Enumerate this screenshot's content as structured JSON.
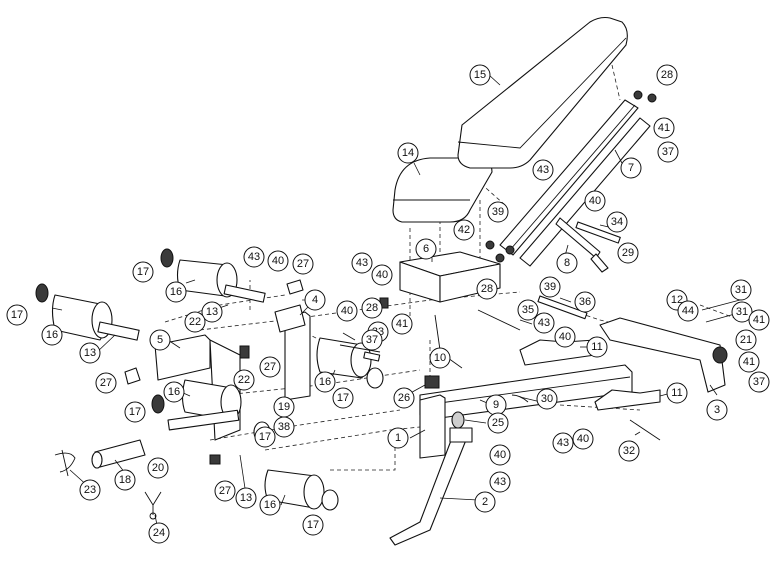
{
  "callouts": [
    {
      "label": "1"
    },
    {
      "label": "2"
    },
    {
      "label": "3"
    },
    {
      "label": "4"
    },
    {
      "label": "5"
    },
    {
      "label": "6"
    },
    {
      "label": "7"
    },
    {
      "label": "8"
    },
    {
      "label": "9"
    },
    {
      "label": "10"
    },
    {
      "label": "11"
    },
    {
      "label": "11"
    },
    {
      "label": "12"
    },
    {
      "label": "13"
    },
    {
      "label": "13"
    },
    {
      "label": "13"
    },
    {
      "label": "14"
    },
    {
      "label": "15"
    },
    {
      "label": "16"
    },
    {
      "label": "16"
    },
    {
      "label": "16"
    },
    {
      "label": "16"
    },
    {
      "label": "16"
    },
    {
      "label": "17"
    },
    {
      "label": "17"
    },
    {
      "label": "17"
    },
    {
      "label": "17"
    },
    {
      "label": "17"
    },
    {
      "label": "17"
    },
    {
      "label": "18"
    },
    {
      "label": "19"
    },
    {
      "label": "20"
    },
    {
      "label": "21"
    },
    {
      "label": "22"
    },
    {
      "label": "22"
    },
    {
      "label": "23"
    },
    {
      "label": "24"
    },
    {
      "label": "25"
    },
    {
      "label": "26"
    },
    {
      "label": "27"
    },
    {
      "label": "27"
    },
    {
      "label": "27"
    },
    {
      "label": "27"
    },
    {
      "label": "28"
    },
    {
      "label": "28"
    },
    {
      "label": "28"
    },
    {
      "label": "29"
    },
    {
      "label": "30"
    },
    {
      "label": "31"
    },
    {
      "label": "31"
    },
    {
      "label": "32"
    },
    {
      "label": "33"
    },
    {
      "label": "34"
    },
    {
      "label": "35"
    },
    {
      "label": "36"
    },
    {
      "label": "37"
    },
    {
      "label": "37"
    },
    {
      "label": "37"
    },
    {
      "label": "38"
    },
    {
      "label": "39"
    },
    {
      "label": "39"
    },
    {
      "label": "40"
    },
    {
      "label": "40"
    },
    {
      "label": "40"
    },
    {
      "label": "40"
    },
    {
      "label": "40"
    },
    {
      "label": "40"
    },
    {
      "label": "40"
    },
    {
      "label": "41"
    },
    {
      "label": "41"
    },
    {
      "label": "41"
    },
    {
      "label": "41"
    },
    {
      "label": "42"
    },
    {
      "label": "43"
    },
    {
      "label": "43"
    },
    {
      "label": "43"
    },
    {
      "label": "43"
    },
    {
      "label": "43"
    },
    {
      "label": "43"
    },
    {
      "label": "44"
    }
  ]
}
